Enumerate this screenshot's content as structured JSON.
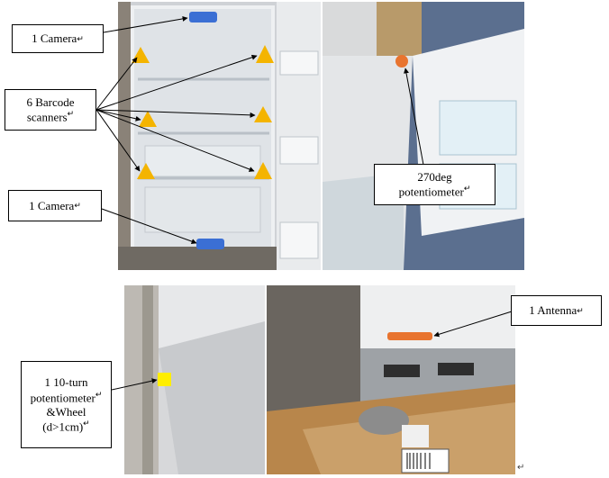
{
  "labels": {
    "camera_top": "1 Camera",
    "barcode_line1": "6 Barcode",
    "barcode_line2": "scanners",
    "camera_bottom": "1 Camera",
    "pot270_line1": "270deg",
    "pot270_line2": "potentiometer",
    "pot10_line1": "1 10-turn",
    "pot10_line2": "potentiometer",
    "pot10_line3": "&Wheel",
    "pot10_line4": "(d>1cm)",
    "antenna": "1 Antenna"
  },
  "return_mark": "↵",
  "colors": {
    "camera_marker": "#3b6fd4",
    "scanner_marker": "#f4b400",
    "potentiometer_marker": "#e8742f",
    "ten_turn_marker": "#ffee00",
    "antenna_marker": "#e8742f"
  }
}
